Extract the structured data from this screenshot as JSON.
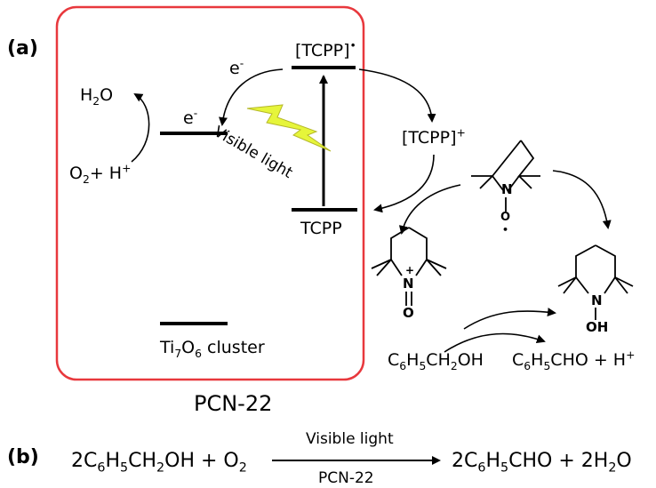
{
  "panel_a": {
    "label": "(a)",
    "box_title": "PCN-22",
    "levels": {
      "tcpp_radical": "[TCPP]",
      "tcpp_radical_dot": "•",
      "tcpp": "TCPP",
      "cluster_ti": "Ti",
      "cluster_7": "7",
      "cluster_o": "O",
      "cluster_6": "6",
      "cluster_word": " cluster",
      "electron_mid": "e",
      "electron_sup": "-"
    },
    "electron_transfer": {
      "e": "e",
      "sup": "-"
    },
    "light_label": "Visible light",
    "water": {
      "h": "H",
      "two": "2",
      "o": "O"
    },
    "oxygen": {
      "o": "O",
      "two": "2",
      "rest": "+ H",
      "plus": "+"
    },
    "tcpp_cation": {
      "main": "[TCPP]",
      "plus": "+"
    },
    "tempo_atoms": {
      "n": "N",
      "o": "O",
      "dot": "•"
    },
    "oxoammonium_atoms": {
      "n": "N",
      "plus": "+",
      "o": "O"
    },
    "hydroxylamine_atoms": {
      "n": "N",
      "oh": "OH"
    },
    "alcohol": {
      "c": "C",
      "six": "6",
      "h": "H",
      "five": "5",
      "ch": "CH",
      "two": "2",
      "oh": "OH"
    },
    "aldehyde": {
      "c": "C",
      "six": "6",
      "h": "H",
      "five": "5",
      "rest": "CHO + H",
      "plus": "+"
    }
  },
  "panel_b": {
    "label": "(b)",
    "reactant_coef": "2C",
    "r_six": "6",
    "r_h": "H",
    "r_five": "5",
    "r_ch": "CH",
    "r_two": "2",
    "r_oh": "OH + O",
    "r_o2": "2",
    "arrow_top": "Visible light",
    "arrow_bottom": "PCN-22",
    "product_coef": "2C",
    "p_six": "6",
    "p_h": "H",
    "p_five": "5",
    "p_cho": "CHO + 2H",
    "p_two": "2",
    "p_o": "O"
  },
  "colors": {
    "box_border": "#e8383d",
    "bolt_fill": "#e6f53a",
    "bolt_stroke": "#b5b82a",
    "ink": "#000000"
  }
}
